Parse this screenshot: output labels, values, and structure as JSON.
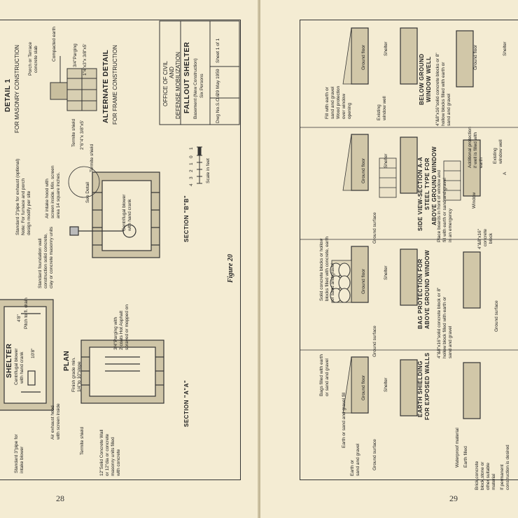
{
  "left_page": {
    "page_number": "28",
    "figure_caption": "Figure 20",
    "detail1": {
      "title": "DETAIL   1",
      "subtitle": "FOR MASONRY CONSTRUCTION"
    },
    "alternate": {
      "title": "ALTERNATE  DETAIL",
      "subtitle": "FOR FRAME CONSTRUCTION"
    },
    "title_block": {
      "office": "OFFICE OF CIVIL",
      "and": "AND",
      "mobilization": "DEFENSE MOBILIZATION",
      "project": "FALLOUT SHELTER",
      "type": "Basement (New Construction)",
      "size": "Six Persons",
      "dwg_no": "Dwg No.S.O.6",
      "date": "29 May 1959",
      "sheet": "Sheet 1 of 1"
    },
    "scale": {
      "ticks": [
        "1",
        "0",
        "1",
        "2",
        "3",
        "4"
      ],
      "label": "Scale in feet"
    },
    "section_a": "SECTION \"A\"A\"",
    "section_b": "SECTION \"B\"B\"",
    "plan": "PLAN",
    "shelter": "SHELTER",
    "labels": {
      "porch": "Porch or Terrace",
      "slab": "concrete slab",
      "compacted": "Compacted earth",
      "parging": "3/4\"Parging",
      "plate": "1\"4\"x3\"x 3/8\"x5'",
      "termite": "Termite shield",
      "bolt": "2\"6\"4\"x 3/8\"x5'",
      "exhaust_pipe": "Standard 3\"pipe for exhaust (optional)",
      "exhaust_note": "Note: For furnace and porch",
      "exhaust_note2": "design modify per site",
      "intake_hood": "Air intake hood with",
      "intake_screen": "screen inside. Min. screen",
      "intake_area": "area 14 square inches.",
      "foundation_wall": "Standard foundation wall",
      "foundation_wall2": "construction solid concrete,",
      "foundation_wall3": "clay or concrete masonry units",
      "blower": "Centrifugal blower",
      "crank": "with hand crank",
      "see_detail": "See Detail",
      "termite2": "Termite shield",
      "intake_pipe": "Standard 3\"pipe for",
      "intake_blower": "intake blower",
      "exhaust_hood": "Air exhaust hood",
      "exhaust_screen": "with screen inside",
      "finish_grade": "Finish grade min.",
      "slope": "1/4\"to 10\"slope",
      "parging2": "3/4\"Parging with",
      "coats": "2 coats Hot Asphalt",
      "sprayed": "sprayed or mopped on",
      "solid_wall": "12\"Solid Concrete Wall",
      "solid_wall2": "or 12\"dia or concrete",
      "solid_wall3": "masonry units filled",
      "solid_wall4": "with concrete",
      "termite3": "Termite shield",
      "pitch": "Pitch to fl. drain",
      "dim_a": "10'8\"",
      "dim_b": "4'8\""
    }
  },
  "right_page": {
    "page_number": "29",
    "heading_earth": "EARTH SHIELDING",
    "heading_earth2": "FOR EXPOSED WALLS",
    "heading_bag": "BAG PROTECTION FOR",
    "heading_bag2": "ABOVE GROUND WINDOW",
    "heading_side": "SIDE VIEW-SECTION A-A",
    "heading_side2": "STEEL TYPE FOR",
    "heading_side3": "ABOVE GROUND WINDOW",
    "heading_well": "BELOW GROUND",
    "heading_well2": "WINDOW WELL",
    "labels": {
      "ground_floor": "Ground floor",
      "shelter": "Shelter",
      "ground_surface": "Ground surface",
      "earth_fill": "Earth or sand and gravel fill",
      "earth_or": "Earth or",
      "sand_gravel": "sand and gravel",
      "waterproof": "Waterproof material",
      "earth_filled": "Earth filled",
      "brick": "Brick,concrete",
      "block_stone": "block,stone or",
      "other": "other suitable",
      "material": "material",
      "permanent": "If permanent",
      "construction": "construction is desired",
      "block8": "4\"&8\"x16\"solid concrete block or 8\"",
      "hollow": "hollow block filled with earth or",
      "sand": "sand and gravel",
      "bags": "Bags filled with earth",
      "bags2": "or sand and gravel",
      "solid_blocks": "Solid concrete blocks or hollow",
      "solid_blocks2": "blocks filled with concrete, earth",
      "solid_blocks3": "or sand and gravel",
      "place_boards": "Place boards in front of window and",
      "place_boards2": "fill with earth or sand and gravel",
      "place_boards3": "in an emergency",
      "window": "Window",
      "a_mark": "A",
      "fill_earth": "Fill with earth or",
      "sand_gravel2": "sand and gravel",
      "wood": "Wood protection",
      "over": "over window",
      "opening": "opening",
      "existing": "Existing",
      "window_well": "window well",
      "additional": "Additional protection",
      "if_well": "if well is filled with",
      "earth": "earth",
      "existing2": "Existing",
      "window_well2": "window well",
      "solid_block2": "4\"&8\"x16\"solid concrete blocks or 8\"",
      "hollow2": "hollow blocks filled with earth or",
      "sand2": "sand and gravel",
      "block_label": "4\"&8\"x16\"",
      "block_label2": "concrete",
      "block_label3": "block"
    }
  }
}
